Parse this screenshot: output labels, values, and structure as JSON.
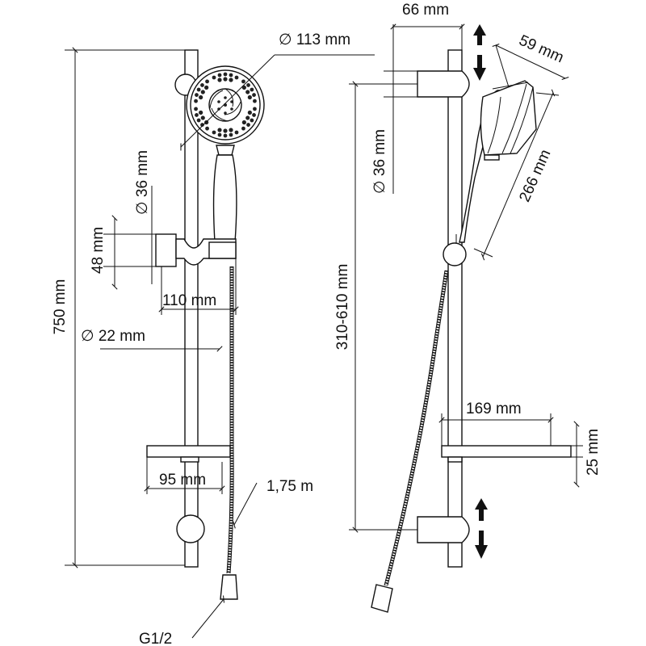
{
  "colors": {
    "line": "#111111",
    "background": "#ffffff"
  },
  "labels": {
    "front": {
      "head_diameter": "∅ 113 mm",
      "holder_diameter": "∅ 36 mm",
      "holder_height": "48 mm",
      "holder_projection": "110 mm",
      "rail_diameter": "∅ 22 mm",
      "total_height": "750 mm",
      "soap_dish_projection": "95 mm",
      "hose_length": "1,75 m",
      "connection": "G1/2"
    },
    "side": {
      "bracket_projection": "66 mm",
      "head_width": "59 mm",
      "holder_diameter": "∅ 36 mm",
      "handshower_length": "266 mm",
      "bracket_spacing": "310-610 mm",
      "soap_dish_projection": "169 mm",
      "soap_dish_height": "25 mm"
    }
  }
}
